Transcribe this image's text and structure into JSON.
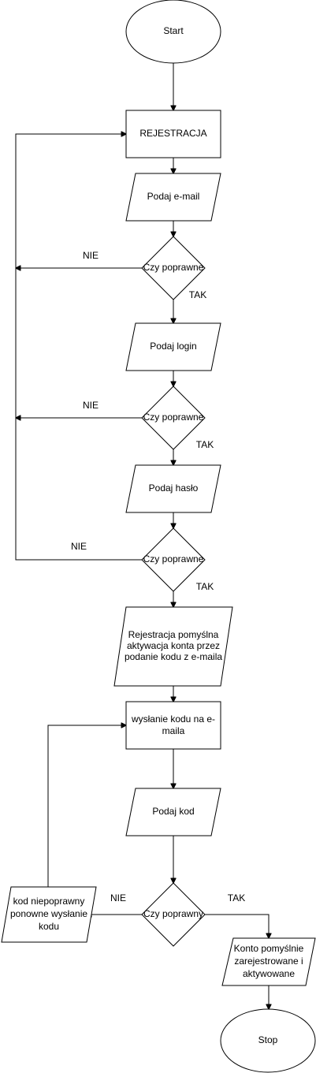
{
  "nodes": {
    "start": "Start",
    "rejestracja": "REJESTRACJA",
    "podaj_email": "Podaj e-mail",
    "czy_poprawne_1": "Czy poprawne",
    "podaj_login": "Podaj login",
    "czy_poprawne_2": "Czy poprawne",
    "podaj_haslo": "Podaj hasło",
    "czy_poprawne_3": "Czy poprawne",
    "rejestracja_pomyslna": [
      "Rejestracja pomyślna",
      "aktywacja konta przez",
      "podanie kodu z e-maila"
    ],
    "wyslanie_kodu": [
      "wysłanie kodu na e-",
      "maila"
    ],
    "podaj_kod": "Podaj kod",
    "czy_poprawny": "Czy poprawny",
    "kod_niepoprawny": [
      "kod niepoprawny",
      "ponowne wysłanie",
      "kodu"
    ],
    "konto_pomyslnie": [
      "Konto pomyślnie",
      "zarejestrowane i",
      "aktywowane"
    ],
    "stop": "Stop"
  },
  "edge_labels": {
    "nie_1": "NIE",
    "tak_1": "TAK",
    "nie_2": "NIE",
    "tak_2": "TAK",
    "nie_3": "NIE",
    "tak_3": "TAK",
    "nie_4": "NIE",
    "tak_4": "TAK"
  }
}
